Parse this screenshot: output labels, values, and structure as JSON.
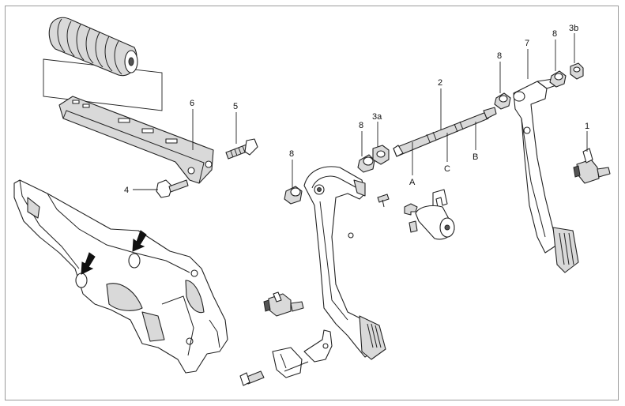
{
  "callouts": [
    {
      "id": "c1",
      "text": "1"
    },
    {
      "id": "c2",
      "text": "2"
    },
    {
      "id": "c3a",
      "text": "3a"
    },
    {
      "id": "c3b",
      "text": "3b"
    },
    {
      "id": "c4",
      "text": "4"
    },
    {
      "id": "c5",
      "text": "5"
    },
    {
      "id": "c6",
      "text": "6"
    },
    {
      "id": "c7",
      "text": "7"
    },
    {
      "id": "c8a",
      "text": "8"
    },
    {
      "id": "c8b",
      "text": "8"
    },
    {
      "id": "c8c",
      "text": "8"
    },
    {
      "id": "c8d",
      "text": "8"
    },
    {
      "id": "cA",
      "text": "A"
    },
    {
      "id": "cB",
      "text": "B"
    },
    {
      "id": "cC",
      "text": "C"
    }
  ],
  "colors": {
    "frame": "#9a9a9a",
    "line": "#222222",
    "shade": "#d9d9d9",
    "dark": "#555555"
  }
}
